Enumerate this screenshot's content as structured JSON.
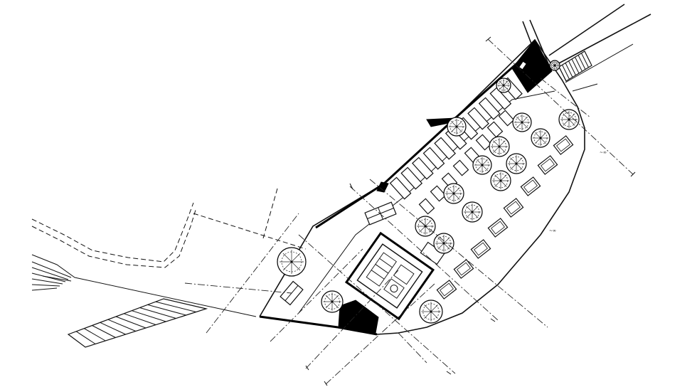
{
  "drawing": {
    "subject": "site-plan",
    "labels": [
      {
        "id": "label-east",
        "text": "~∞"
      },
      {
        "id": "label-center",
        "text": "~∞"
      }
    ],
    "tree_count": 17,
    "colors": {
      "ink": "#000000",
      "paper": "#ffffff"
    }
  }
}
